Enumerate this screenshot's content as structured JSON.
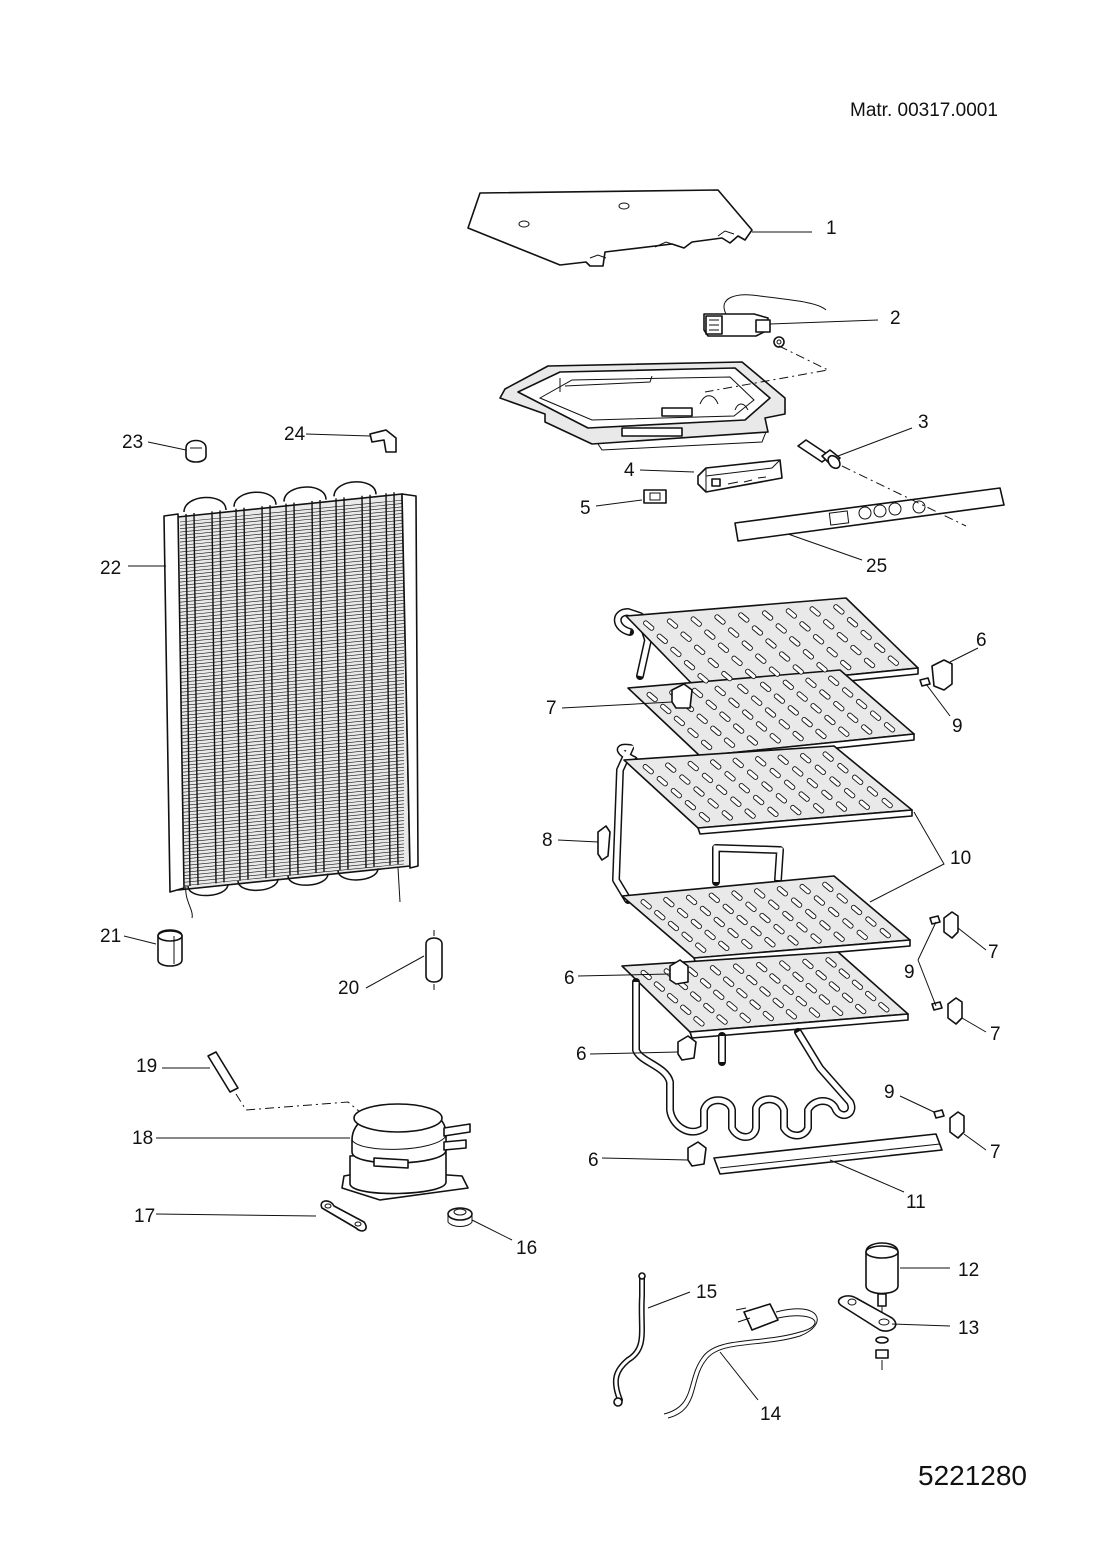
{
  "header": {
    "material_number": "Matr. 00317.0001"
  },
  "footer": {
    "document_number": "5221280"
  },
  "callouts": [
    "1",
    "2",
    "3",
    "4",
    "5",
    "6",
    "7",
    "8",
    "9",
    "10",
    "11",
    "12",
    "13",
    "14",
    "15",
    "16",
    "17",
    "18",
    "19",
    "20",
    "21",
    "22",
    "23",
    "24",
    "25"
  ],
  "icons": {
    "top-cover": "1",
    "thermostat": "2",
    "lamp": "3",
    "control-box": "4",
    "switch": "5",
    "shelf-support-6": "6",
    "shelf-support-7": "7",
    "clip": "8",
    "screw": "9",
    "shelf": "10",
    "drip-strip": "11",
    "capacitor": "12",
    "capacitor-bracket": "13",
    "mains-cable": "14",
    "earth-wire": "15",
    "grommet": "16",
    "compressor-bracket": "17",
    "compressor": "18",
    "filter-pipe": "19",
    "dryer-filter": "20",
    "sleeve": "21",
    "condenser": "22",
    "cap": "23",
    "condenser-clip": "24",
    "control-panel": "25"
  }
}
